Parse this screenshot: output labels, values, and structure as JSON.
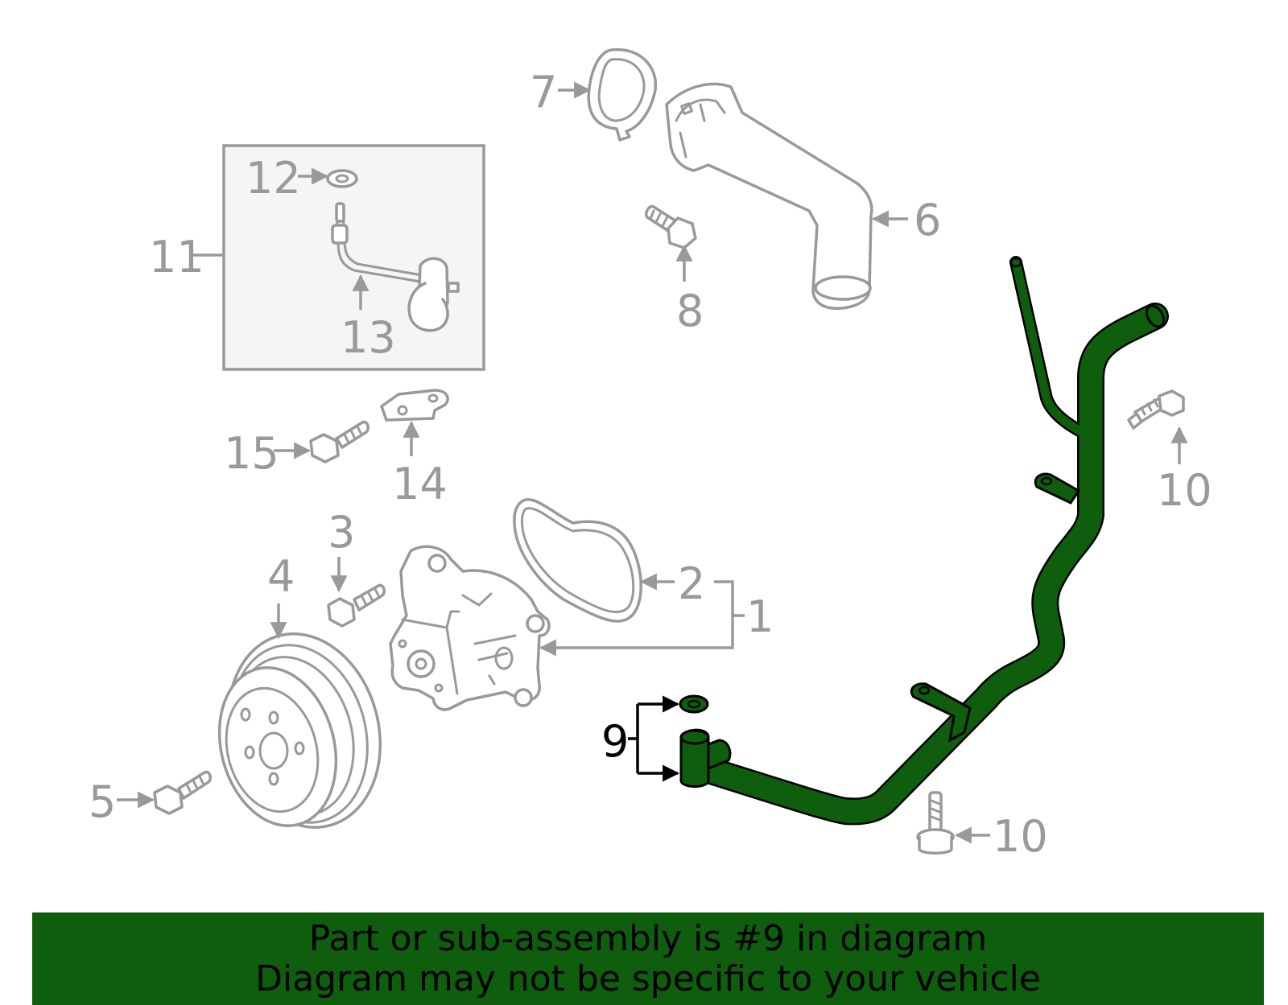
{
  "callouts": {
    "c1": "1",
    "c2": "2",
    "c3": "3",
    "c4": "4",
    "c5": "5",
    "c6": "6",
    "c7": "7",
    "c8": "8",
    "c9": "9",
    "c10a": "10",
    "c10b": "10",
    "c11": "11",
    "c12": "12",
    "c13": "13",
    "c14": "14",
    "c15": "15"
  },
  "highlight_color": "#0e5e0e",
  "banner": {
    "line1": "Part or sub-assembly is #9 in diagram",
    "line2": "Diagram may not be specific to your vehicle"
  }
}
